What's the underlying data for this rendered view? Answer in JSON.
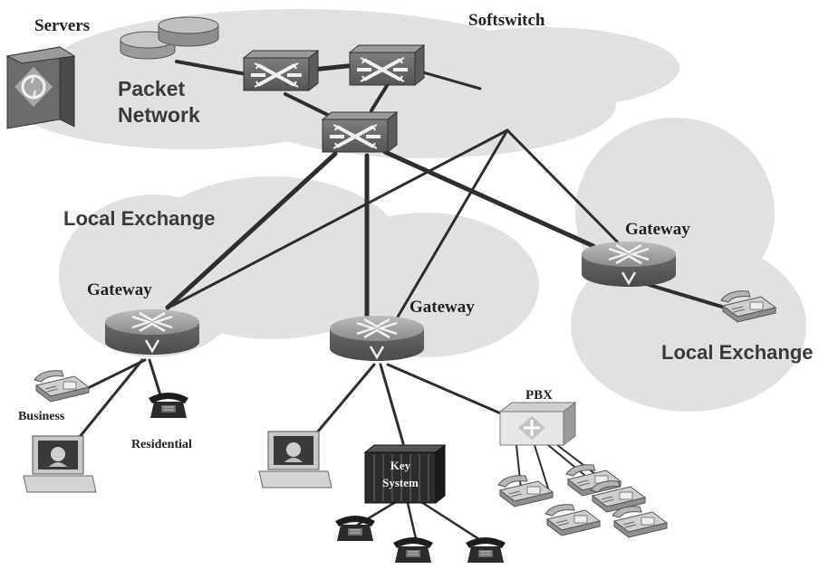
{
  "labels": {
    "servers": "Servers",
    "softswitch": "Softswitch",
    "packet_network_line1": "Packet",
    "packet_network_line2": "Network",
    "local_exchange_left": "Local Exchange",
    "local_exchange_right": "Local Exchange",
    "gateway_left": "Gateway",
    "gateway_center": "Gateway",
    "gateway_right": "Gateway",
    "pbx": "PBX",
    "business": "Business",
    "residential": "Residential",
    "key_system_line1": "Key",
    "key_system_line2": "System"
  },
  "icons": {
    "server": "server-tower-icon",
    "database": "database-icon",
    "switch": "packet-switch-icon",
    "gateway": "gateway-router-icon",
    "phone": "telephone-icon",
    "computer": "computer-icon",
    "pbx": "pbx-icon",
    "key_system": "key-system-icon"
  }
}
